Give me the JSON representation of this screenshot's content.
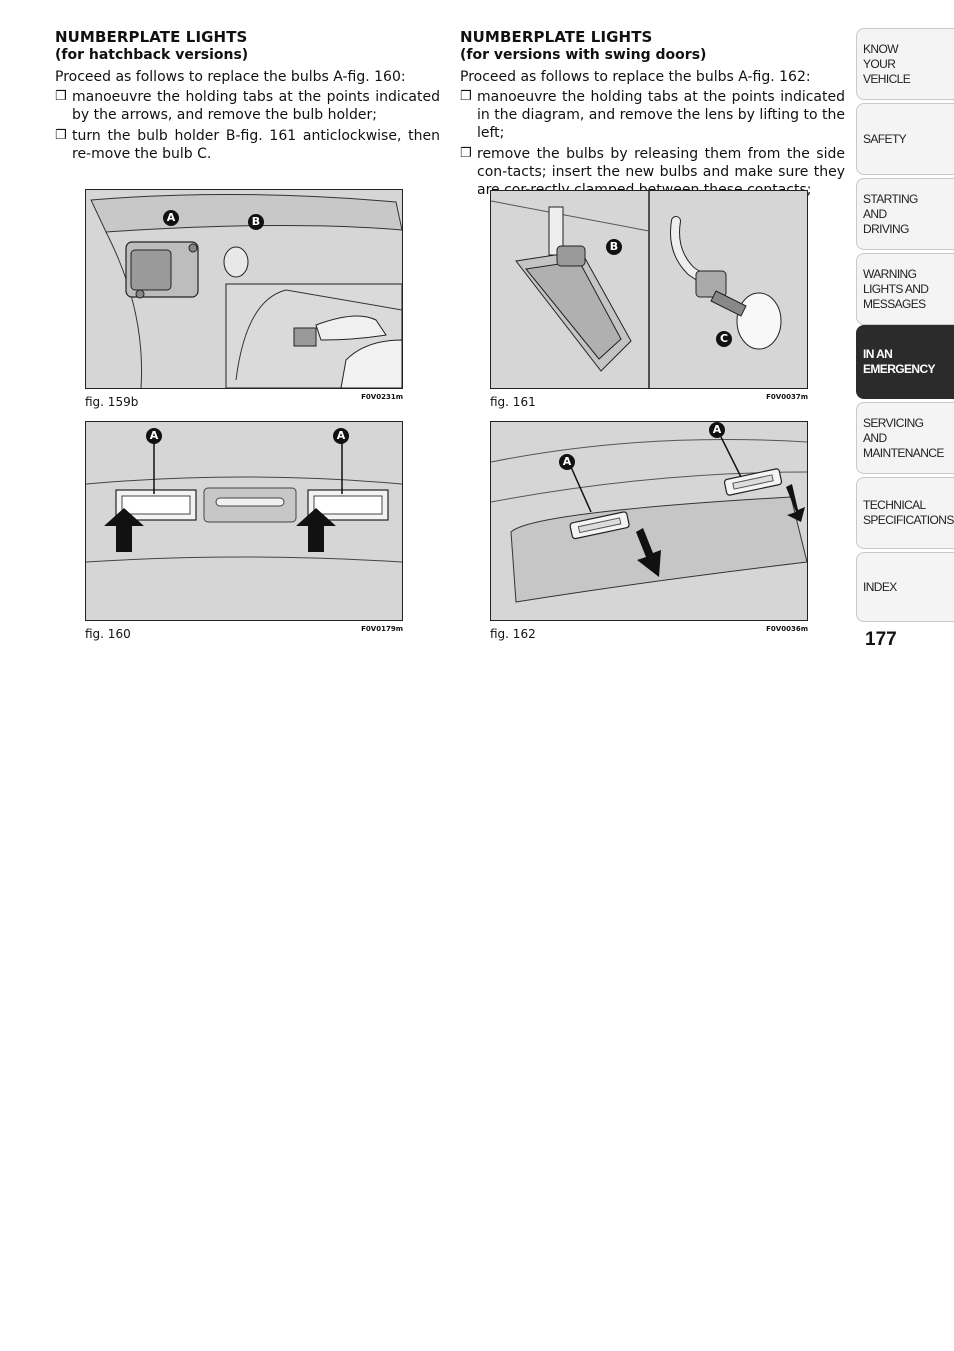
{
  "left": {
    "title": "NUMBERPLATE LIGHTS",
    "subtitle": "(for hatchback versions)",
    "intro": "Proceed as follows to replace the bulbs A-fig. 160:",
    "steps": [
      "manoeuvre the holding tabs at the points indicated by the arrows, and remove the bulb holder;",
      "turn the bulb holder B-fig. 161 anticlockwise, then re-move the bulb C."
    ]
  },
  "right": {
    "title": "NUMBERPLATE LIGHTS",
    "subtitle": "(for versions with swing doors)",
    "intro": "Proceed as follows to replace the bulbs A-fig. 162:",
    "steps": [
      "manoeuvre the holding tabs at the points indicated in the diagram, and remove the lens by lifting to the left;",
      "remove the bulbs by releasing them from the side con-tacts; insert the new bulbs and make sure they are cor-rectly clamped between these contacts;"
    ]
  },
  "bullet_glyph": "❒",
  "figures": {
    "fig159b": {
      "caption": "fig. 159b",
      "code": "F0V0231m",
      "labels": [
        "A",
        "B"
      ]
    },
    "fig161": {
      "caption": "fig. 161",
      "code": "F0V0037m",
      "labels": [
        "B",
        "C"
      ]
    },
    "fig160": {
      "caption": "fig. 160",
      "code": "F0V0179m",
      "labels": [
        "A",
        "A"
      ]
    },
    "fig162": {
      "caption": "fig. 162",
      "code": "F0V0036m",
      "labels": [
        "A",
        "A"
      ]
    }
  },
  "tabs": [
    {
      "label": "KNOW\nYOUR\nVEHICLE",
      "active": false
    },
    {
      "label": "SAFETY",
      "active": false
    },
    {
      "label": "STARTING\nAND\nDRIVING",
      "active": false
    },
    {
      "label": "WARNING\nLIGHTS AND\nMESSAGES",
      "active": false
    },
    {
      "label": "IN AN\nEMERGENCY",
      "active": true
    },
    {
      "label": "SERVICING\nAND\nMAINTENANCE",
      "active": false
    },
    {
      "label": "TECHNICAL\nSPECIFICATIONS",
      "active": false
    },
    {
      "label": "INDEX",
      "active": false
    }
  ],
  "page_number": "177",
  "colors": {
    "figure_bg": "#d6d6d6",
    "active_tab": "#2b2b2b",
    "tab_bg": "#f4f4f4"
  }
}
